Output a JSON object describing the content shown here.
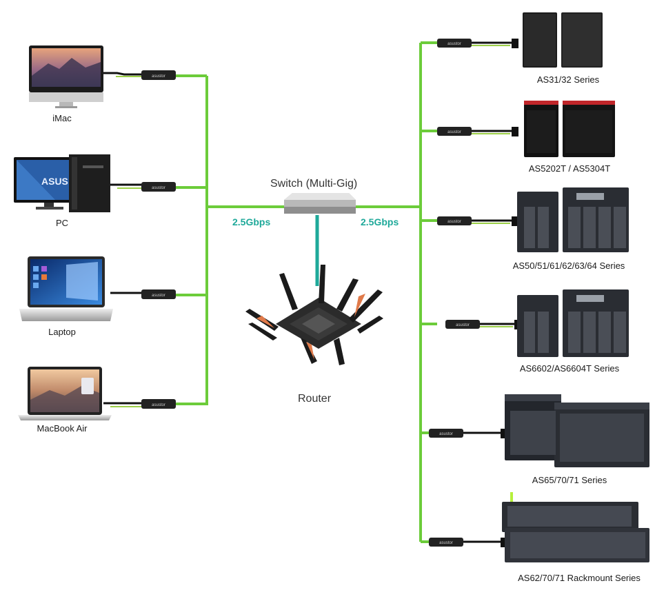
{
  "switch": {
    "label": "Switch (Multi-Gig)"
  },
  "router": {
    "label": "Router"
  },
  "links": {
    "left_speed": "2.5Gbps",
    "right_speed": "2.5Gbps"
  },
  "adapter_brand": "asustor",
  "clients": [
    {
      "label": "iMac",
      "icon": "imac-icon"
    },
    {
      "label": "PC",
      "icon": "desktop-pc-icon"
    },
    {
      "label": "Laptop",
      "icon": "laptop-icon"
    },
    {
      "label": "MacBook Air",
      "icon": "macbook-icon"
    }
  ],
  "nas": [
    {
      "label": "AS31/32 Series"
    },
    {
      "label": "AS5202T / AS5304T"
    },
    {
      "label": "AS50/51/61/62/63/64 Series"
    },
    {
      "label": "AS6602/AS6604T Series"
    },
    {
      "label": "AS65/70/71 Series"
    },
    {
      "label": "AS62/70/71 Rackmount Series"
    }
  ],
  "colors": {
    "link_green": "#6ccc3a",
    "uplink_teal": "#1fa99a",
    "label_teal": "#1fa99a"
  }
}
